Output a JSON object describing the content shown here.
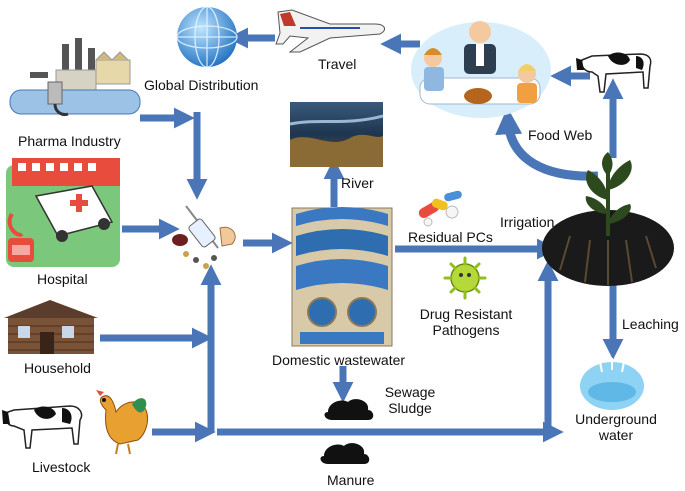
{
  "labels": {
    "global_distribution": "Global Distribution",
    "travel": "Travel",
    "pharma_industry": "Pharma Industry",
    "hospital": "Hospital",
    "household": "Household",
    "livestock": "Livestock",
    "river": "River",
    "residual_pcs": "Residual PCs",
    "irrigation": "Irrigation",
    "drug_resistant_1": "Drug Resistant",
    "drug_resistant_2": "Pathogens",
    "domestic_wastewater": "Domestic wastewater",
    "sewage_1": "Sewage",
    "sewage_2": "Sludge",
    "manure": "Manure",
    "food_web": "Food Web",
    "leaching": "Leaching",
    "underground_1": "Underground",
    "underground_2": "water"
  },
  "colors": {
    "arrow": "#4a76b8",
    "arrow_dark": "#2f5597",
    "soil": "#1a1a1a",
    "plant": "#2d4a1e",
    "water": "#8fd3f4"
  },
  "icons": [
    "globe-icon",
    "airplane-icon",
    "family-dinner-icon",
    "cow-icon",
    "factory-icon",
    "hospital-icon",
    "medicine-icon",
    "river-photo",
    "treatment-plant-icon",
    "pills-icon",
    "pathogen-icon",
    "plant-icon",
    "house-icon",
    "livestock-cow-icon",
    "rooster-icon",
    "sludge-icon",
    "underground-water-icon"
  ]
}
